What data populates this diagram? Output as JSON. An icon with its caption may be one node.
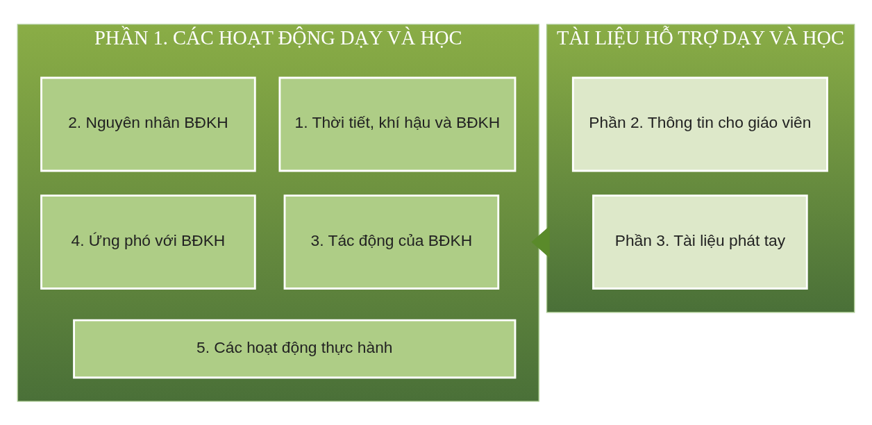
{
  "diagram": {
    "nodes": [
      {
        "text": [
          "PHẦN 1. CÁC HOẠT ĐỘNG DẠY VÀ HỌC"
        ]
      },
      {
        "text": [
          "1. Thời tiết, khí hậu và BĐKH"
        ],
        "in": 0
      },
      {
        "text": [
          "2. Nguyên nhân BĐKH"
        ],
        "in": 0
      },
      {
        "text": [
          "3. Tác động của BĐKH"
        ],
        "in": 0
      },
      {
        "text": [
          "4. Ứng phó với BĐKH"
        ],
        "in": 0
      },
      {
        "text": [
          "5. Các hoạt động thực hành"
        ],
        "in": 0
      },
      {
        "text": [
          "TÀI LIỆU HỖ TRỢ DẠY VÀ HỌC"
        ]
      },
      {
        "text": [
          "Phần 2. Thông tin cho giáo viên"
        ],
        "in": 6
      },
      {
        "text": [
          "Phần 3. Tài liệu phát tay"
        ],
        "in": 6
      }
    ],
    "edges": [
      {
        "from": 6,
        "to": 0,
        "arrow": "to"
      }
    ]
  }
}
